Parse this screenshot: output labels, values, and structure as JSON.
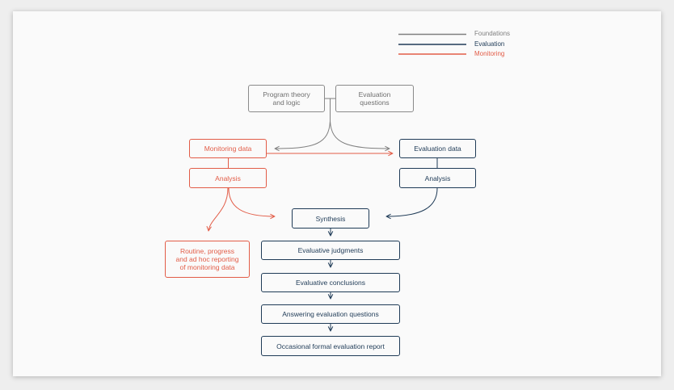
{
  "legend": {
    "foundations": {
      "label": "Foundations",
      "color": "#7f7f7f"
    },
    "evaluation": {
      "label": "Evaluation",
      "color": "#1f3b57"
    },
    "monitoring": {
      "label": "Monitoring",
      "color": "#e25c47"
    }
  },
  "nodes": {
    "program_theory": "Program theory\nand logic",
    "evaluation_questions": "Evaluation\nquestions",
    "monitoring_data": "Monitoring data",
    "evaluation_data": "Evaluation data",
    "monitoring_analysis": "Analysis",
    "evaluation_analysis": "Analysis",
    "synthesis": "Synthesis",
    "routine_reporting": "Routine, progress\nand ad hoc reporting\nof monitoring data",
    "evaluative_judgments": "Evaluative judgments",
    "evaluative_conclusions": "Evaluative conclusions",
    "answering_questions": "Answering evaluation questions",
    "formal_report": "Occasional formal evaluation report"
  }
}
